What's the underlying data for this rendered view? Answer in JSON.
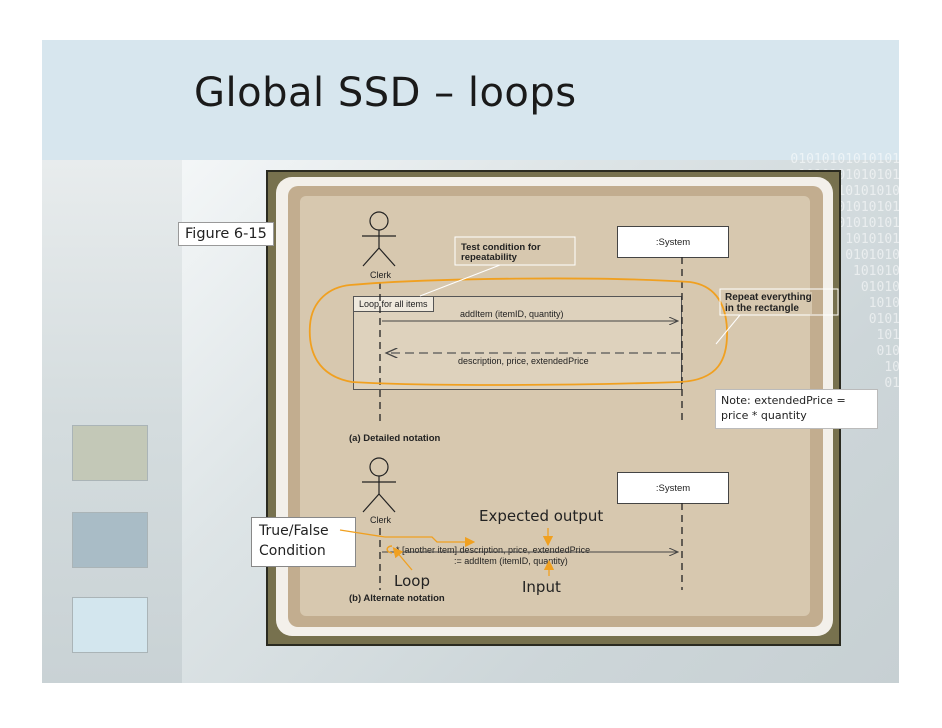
{
  "slide": {
    "title": "Global SSD – loops",
    "binary_pattern": "01010101010101\n1010101010101\n0101010101010\n101010101\n01010101\n1010101\n0101010\n101010\n01010\n1010\n0101\n101\n010\n10\n01",
    "figure_label": "Figure 6-15"
  },
  "diagram_a": {
    "actor_label": "Clerk",
    "system_label": ":System",
    "test_condition": [
      "Test condition for",
      "repeatability"
    ],
    "loop_label": "Loop for all items",
    "request_message": "addItem (itemID, quantity)",
    "return_message": "description, price, extendedPrice",
    "caption": "(a) Detailed notation",
    "repeat_note": [
      "Repeat everything",
      "in the rectangle"
    ],
    "price_note": [
      "Note: extendedPrice =",
      "price * quantity"
    ]
  },
  "diagram_b": {
    "actor_label": "Clerk",
    "system_label": ":System",
    "message_line1": "* [another item] description, price, extendedPrice",
    "message_line2": ":= addItem (itemID, quantity)",
    "caption": "(b) Alternate notation",
    "true_false_label": [
      "True/False",
      "Condition"
    ],
    "expected_output_label": "Expected output",
    "input_label": "Input",
    "loop_callout_label": "Loop"
  },
  "colors": {
    "title_bar": "#d7e6ee",
    "annotation_orange": "#f0a020",
    "frame_tan": "#c2ad8f"
  }
}
